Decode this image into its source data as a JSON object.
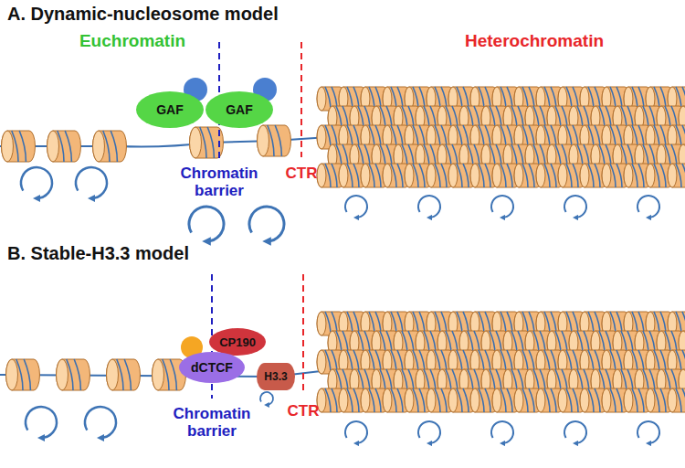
{
  "diagram": {
    "nodes": [
      {
        "text": [
          "GAF"
        ]
      },
      {
        "text": [
          "GAF"
        ]
      },
      {
        "text": [
          "CP190"
        ]
      },
      {
        "text": [
          "dCTCF"
        ]
      },
      {
        "text": [
          "H3.3"
        ]
      }
    ],
    "labels": [
      "A. Dynamic-nucleosome model",
      "Euchromatin",
      "Heterochromatin",
      "Chromatin barrier",
      "CTR",
      "B. Stable-H3.3 model",
      "Chromatin barrier",
      "CTR"
    ]
  }
}
